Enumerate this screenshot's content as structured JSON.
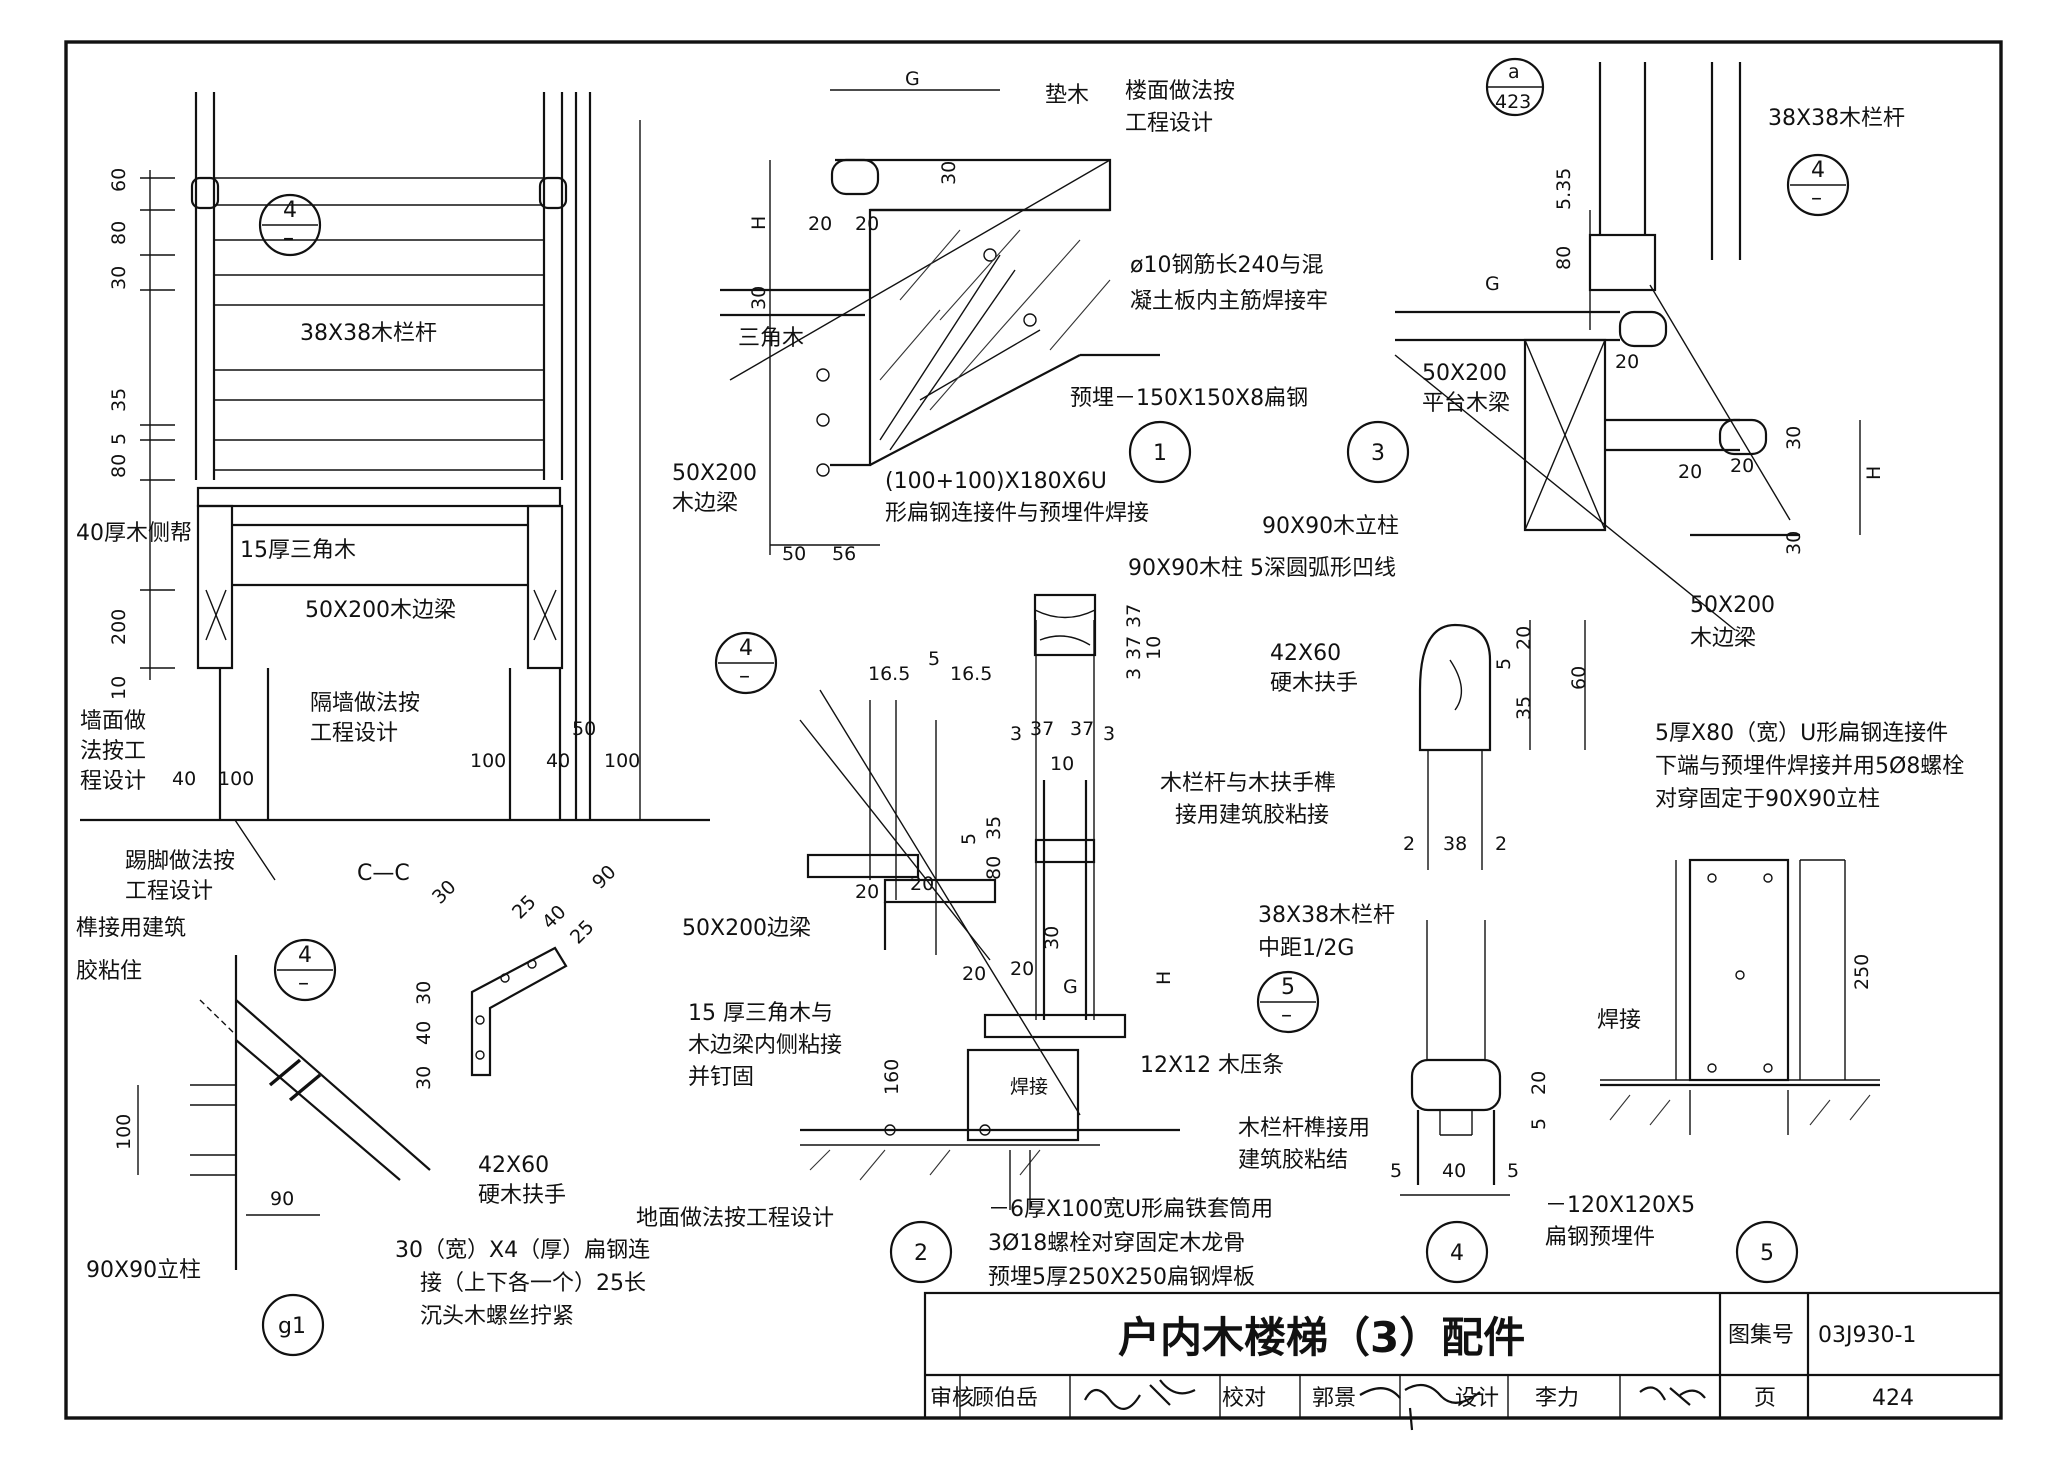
{
  "title_block": {
    "title": "户内木楼梯（3）配件",
    "atlas_label": "图集号",
    "atlas_no": "03J930-1",
    "review_label": "审核",
    "reviewer": "顾伯岳",
    "check_label": "校对",
    "checker": "郭景",
    "design_label": "设计",
    "designer": "李力",
    "page_label": "页",
    "page_no": "424"
  },
  "section_markers": {
    "s1": "1",
    "s2": "2",
    "s3": "3",
    "s4": "4",
    "s5": "5",
    "sg": "g1",
    "ref4": "4",
    "ref5": "5",
    "ref_dash": "–",
    "ref_a_top": "a",
    "ref_a_bottom": "423",
    "section_cc": "C—C"
  },
  "labels": {
    "baluster_38": "38X38木栏杆",
    "side_panel_40": "40厚木侧帮",
    "triangle_15": "15厚三角木",
    "edge_beam_50x200": "50X200木边梁",
    "wall_finish": [
      "墙面做",
      "法按工",
      "程设计"
    ],
    "partition": [
      "隔墙做法按",
      "工程设计"
    ],
    "skirting": [
      "踢脚做法按",
      "工程设计"
    ],
    "pad_wood": "垫木",
    "floor_finish": [
      "楼面做法按",
      "工程设计"
    ],
    "rebar": [
      "ø10钢筋长240与混",
      "凝土板内主筋焊接牢"
    ],
    "triangle_wood": "三角木",
    "embed_plate": "预埋－150X150X8扁钢",
    "beam_50x200": [
      "50X200",
      "木边梁"
    ],
    "u_connector": [
      "(100+100)X180X6U",
      "形扁钢连接件与预埋件焊接"
    ],
    "baluster_38_r": "38X38木栏杆",
    "platform_beam": [
      "50X200",
      "平台木梁"
    ],
    "post_90": "90X90木立柱",
    "beam_50x200_r": [
      "50X200",
      "木边梁"
    ],
    "post_groove": "90X90木柱 5深圆弧形凹线",
    "handrail_42": [
      "42X60",
      "硬木扶手"
    ],
    "mortise": [
      "木栏杆与木扶手榫",
      "接用建筑胶粘接"
    ],
    "u_connector_5": [
      "5厚X80（宽）U形扁钢连接件",
      "下端与预埋件焊接并用5Ø8螺栓",
      "对穿固定于90X90立柱"
    ],
    "tenon_glue": [
      "榫接用建筑",
      "胶粘住"
    ],
    "handrail_42_g": [
      "42X60",
      "硬木扶手"
    ],
    "post_90_g": "90X90立柱",
    "flat_steel": [
      "30（宽）X4（厚）扁钢连",
      "接（上下各一个）25长",
      "沉头木螺丝拧紧"
    ],
    "edge_beam_50x200_2": "50X200边梁",
    "triangle_glue": [
      "15 厚三角木与",
      "木边梁内侧粘接",
      "并钉固"
    ],
    "strip_12": "12X12 木压条",
    "ground_finish": "地面做法按工程设计",
    "sleeve": [
      "－6厚X100宽U形扁铁套筒用",
      "3Ø18螺栓对穿固定木龙骨",
      "预埋5厚250X250扁钢焊板"
    ],
    "baluster_spacing": [
      "38X38木栏杆",
      "中距1/2G"
    ],
    "baluster_glue": [
      "木栏杆榫接用",
      "建筑胶粘结"
    ],
    "embed_120": [
      "－120X120X5",
      "扁钢预埋件"
    ],
    "weld": "焊接",
    "weld_small": "焊接"
  },
  "dimensions": {
    "d60": "60",
    "d80": "80",
    "d30": "30",
    "d35": "35",
    "d5": "5",
    "d200": "200",
    "d10": "10",
    "d40": "40",
    "d100": "100",
    "d50": "50",
    "G": "G",
    "H": "H",
    "d20": "20",
    "d56": "56",
    "d5_35": "5.35",
    "d16_5": "16.5",
    "d3": "3",
    "d37": "37",
    "d38": "38",
    "d2": "2",
    "d90": "90",
    "d25": "25",
    "d160": "160",
    "d250": "250"
  }
}
